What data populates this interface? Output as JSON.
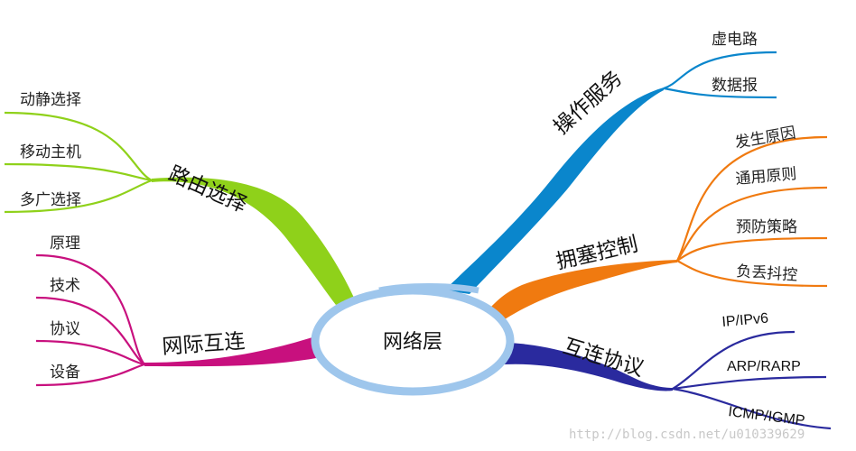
{
  "center": {
    "label": "网络层"
  },
  "branches": {
    "routing": {
      "label": "路由选择",
      "color": "#8fd11a",
      "leaves": [
        "动静选择",
        "移动主机",
        "多广选择"
      ]
    },
    "interconnect": {
      "label": "网际互连",
      "color": "#c8107e",
      "leaves": [
        "原理",
        "技术",
        "协议",
        "设备"
      ]
    },
    "service": {
      "label": "操作服务",
      "color": "#0a86cc",
      "leaves": [
        "虚电路",
        "数据报"
      ]
    },
    "congestion": {
      "label": "拥塞控制",
      "color": "#f07a10",
      "leaves": [
        "发生原因",
        "通用原则",
        "预防策略",
        "负丢抖控"
      ]
    },
    "protocols": {
      "label": "互连协议",
      "color": "#2a2a9e",
      "leaves": [
        "IP/IPv6",
        "ARP/RARP",
        "ICMP/IGMP"
      ]
    }
  },
  "watermark": "http://blog.csdn.net/u010339629"
}
